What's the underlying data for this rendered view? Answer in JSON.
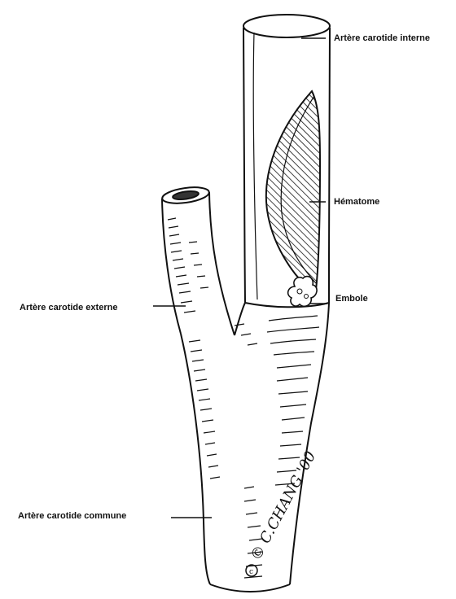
{
  "labels": {
    "artere_carotide_interne": "Artère carotide interne",
    "hematome": "Hématome",
    "embole": "Embole",
    "artere_carotide_externe": "Artère carotide externe",
    "artere_carotide_commune": "Artère carotide commune"
  },
  "signature": "© C.CHANG '00",
  "colors": {
    "ink": "#111111",
    "background": "#ffffff"
  }
}
